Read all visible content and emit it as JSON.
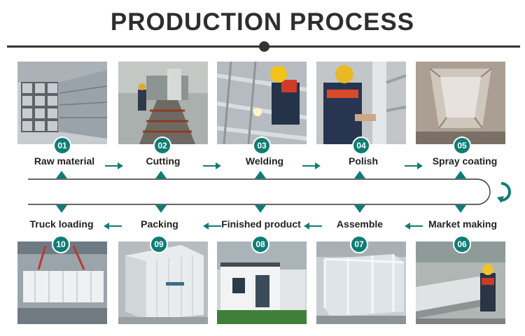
{
  "header": {
    "title": "PRODUCTION PROCESS"
  },
  "steps": [
    {
      "num": "01",
      "label": "Raw material"
    },
    {
      "num": "02",
      "label": "Cutting"
    },
    {
      "num": "03",
      "label": "Welding"
    },
    {
      "num": "04",
      "label": "Polish"
    },
    {
      "num": "05",
      "label": "Spray coating"
    },
    {
      "num": "06",
      "label": "Market making"
    },
    {
      "num": "07",
      "label": "Assemble"
    },
    {
      "num": "08",
      "label": "Finished product"
    },
    {
      "num": "09",
      "label": "Packing"
    },
    {
      "num": "10",
      "label": "Truck loading"
    }
  ],
  "colors": {
    "accent": "#0e7d74",
    "line": "#333333",
    "arrow": "#0e7d74"
  }
}
